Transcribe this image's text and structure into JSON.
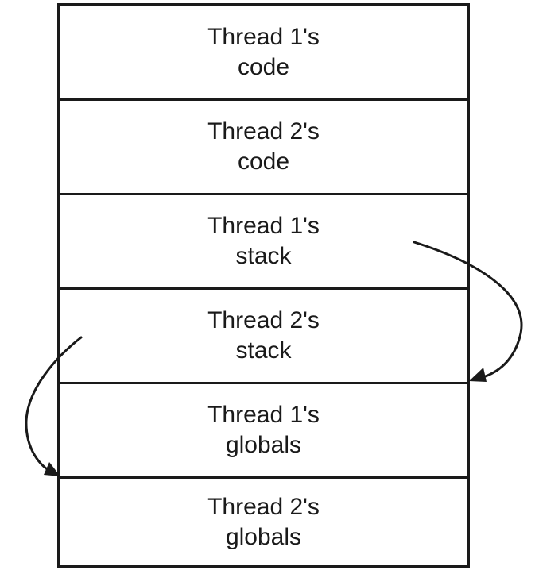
{
  "segments": [
    {
      "line1": "Thread 1's",
      "line2": "code"
    },
    {
      "line1": "Thread 2's",
      "line2": "code"
    },
    {
      "line1": "Thread 1's",
      "line2": "stack"
    },
    {
      "line1": "Thread 2's",
      "line2": "stack"
    },
    {
      "line1": "Thread 1's",
      "line2": "globals"
    },
    {
      "line1": "Thread 2's",
      "line2": "globals"
    }
  ],
  "arrows": [
    {
      "from": "Thread 1's stack",
      "to": "Thread 1's globals"
    },
    {
      "from": "Thread 2's stack",
      "to": "Thread 2's globals"
    }
  ]
}
